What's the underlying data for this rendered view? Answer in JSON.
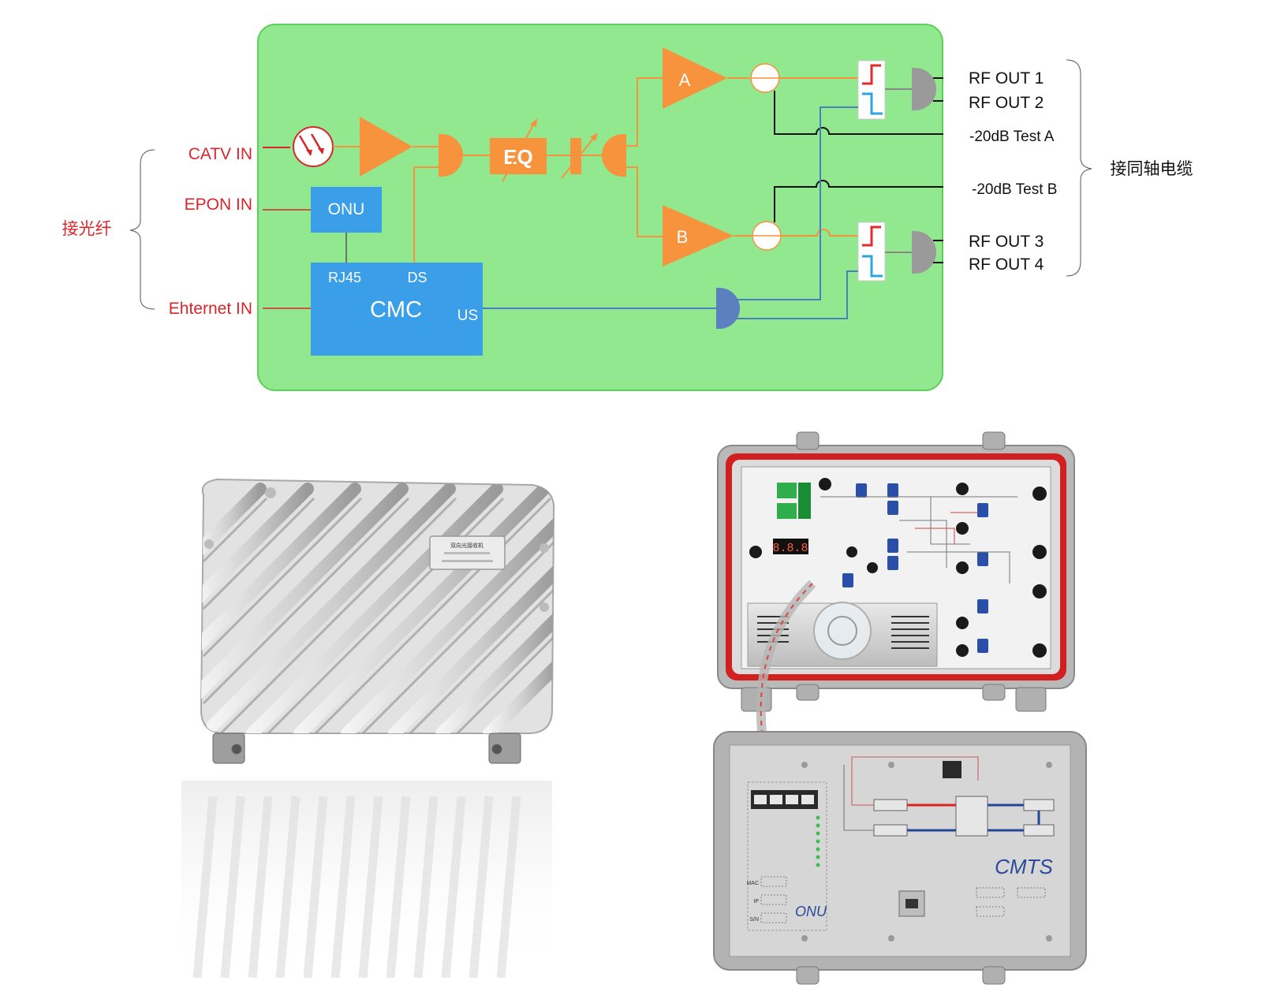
{
  "diagram": {
    "inputs": {
      "catv": "CATV  IN",
      "epon": "EPON IN",
      "ethernet": "Ehternet IN",
      "group_label": "接光纤"
    },
    "blocks": {
      "onu": "ONU",
      "cmc": "CMC",
      "rj45": "RJ45",
      "ds": "DS",
      "us": "US",
      "eq": "EQ",
      "amp_a": "A",
      "amp_b": "B"
    },
    "outputs": {
      "rf1": "RF OUT 1",
      "rf2": "RF OUT 2",
      "test_a": "-20dB Test A",
      "test_b": "-20dB Test B",
      "rf3": "RF OUT 3",
      "rf4": "RF OUT 4",
      "group_label": "接同轴电缆"
    },
    "colors": {
      "panel": "#92e88e",
      "panel_border": "#5fcf5b",
      "orange": "#f7923d",
      "blue": "#3a9ee8",
      "red": "#d9262b",
      "line_blue": "#4a7fc0"
    }
  },
  "photos": {
    "closed_unit": {
      "plate_line1": "双向光接收机"
    },
    "open_unit": {
      "lower_panel_cmts": "CMTS",
      "lower_panel_onu": "ONU",
      "display": "8.8.8",
      "mac_label": "MAC",
      "ip_label": "IP",
      "sn_label": "S/N"
    }
  }
}
